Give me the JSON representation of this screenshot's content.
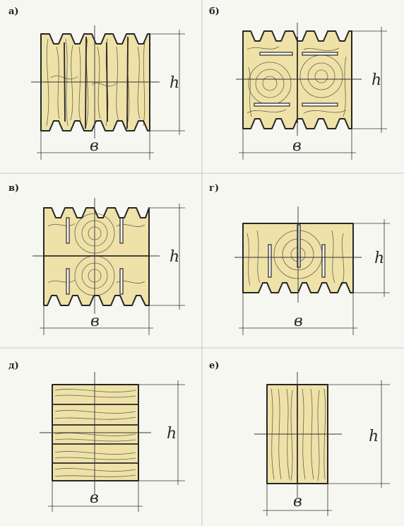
{
  "panels": [
    {
      "label": "а)",
      "width_label": "в",
      "height_label": "h"
    },
    {
      "label": "б)",
      "width_label": "в",
      "height_label": "h"
    },
    {
      "label": "в)",
      "width_label": "в",
      "height_label": "h"
    },
    {
      "label": "г)",
      "width_label": "в",
      "height_label": "h"
    },
    {
      "label": "д)",
      "width_label": "в",
      "height_label": "h"
    },
    {
      "label": "е)",
      "width_label": "в",
      "height_label": "h"
    }
  ],
  "colors": {
    "wood": "#efe2a8",
    "ink": "#262626",
    "paper": "#f7f7f2"
  }
}
